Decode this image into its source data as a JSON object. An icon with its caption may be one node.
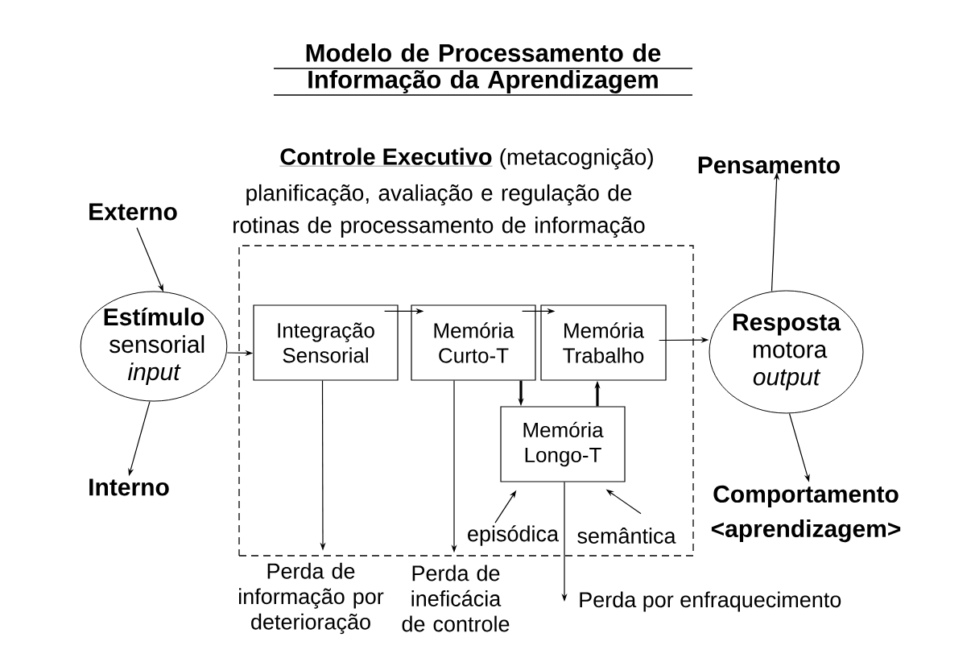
{
  "diagram": {
    "title": "Modelo de Processamento de Informação da Aprendizagem",
    "nodes": [
      {
        "text": [
          "Externo"
        ]
      },
      {
        "text": [
          "Interno"
        ]
      },
      {
        "text": [
          "Estímulo",
          "sensorial",
          "input"
        ]
      },
      {
        "text": [
          "Controle Executivo",
          "(metacognição)",
          "planificação, avaliação e regulação de rotinas de processamento de informação"
        ]
      },
      {
        "text": [
          "Integração Sensorial"
        ],
        "in": 3
      },
      {
        "text": [
          "Memória Curto-T"
        ],
        "in": 3
      },
      {
        "text": [
          "Memória Trabalho"
        ],
        "in": 3
      },
      {
        "text": [
          "Memória Longo-T"
        ],
        "in": 3
      },
      {
        "text": [
          "episódica"
        ],
        "in": 3
      },
      {
        "text": [
          "semântica"
        ],
        "in": 3
      },
      {
        "text": [
          "Resposta",
          "motora",
          "output"
        ]
      },
      {
        "text": [
          "Pensamento"
        ]
      },
      {
        "text": [
          "Comportamento <aprendizagem>"
        ]
      },
      {
        "text": [
          "Perda de informação por deterioração"
        ]
      },
      {
        "text": [
          "Perda de ineficácia de controle"
        ]
      },
      {
        "text": [
          "Perda por enfraquecimento"
        ]
      }
    ],
    "edges": [
      {
        "from": 0,
        "to": 2,
        "arrow": "to"
      },
      {
        "from": 2,
        "to": 1,
        "arrow": "to"
      },
      {
        "from": 2,
        "to": 4,
        "arrow": "to"
      },
      {
        "from": 4,
        "to": 5,
        "arrow": "to"
      },
      {
        "from": 5,
        "to": 6,
        "arrow": "to"
      },
      {
        "from": 6,
        "to": 10,
        "arrow": "to"
      },
      {
        "from": 10,
        "to": 11,
        "arrow": "to"
      },
      {
        "from": 10,
        "to": 12,
        "arrow": "to"
      },
      {
        "from": 5,
        "to": 7,
        "arrow": "to",
        "style": "thick"
      },
      {
        "from": 7,
        "to": 6,
        "arrow": "to",
        "style": "thick"
      },
      {
        "from": 8,
        "to": 7,
        "arrow": "to"
      },
      {
        "from": 9,
        "to": 7,
        "arrow": "to"
      },
      {
        "from": 4,
        "to": 13,
        "arrow": "to"
      },
      {
        "from": 5,
        "to": 14,
        "arrow": "to"
      },
      {
        "from": 7,
        "to": 15,
        "arrow": "to"
      }
    ]
  }
}
